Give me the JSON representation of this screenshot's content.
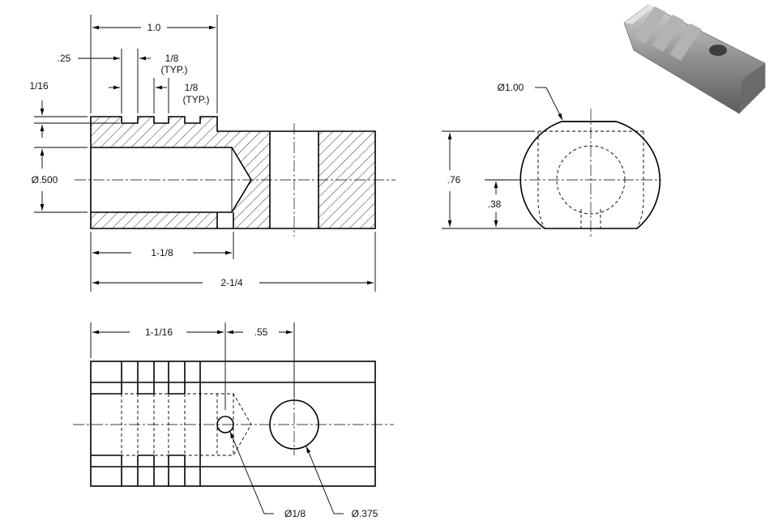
{
  "dimensions": {
    "overall_top": "1.0",
    "groove_offset": ".25",
    "groove_width": "1/8",
    "groove_width_typ": "(TYP.)",
    "groove_spacing": "1/8",
    "groove_spacing_typ": "(TYP.)",
    "groove_depth": "1/16",
    "bore_diameter": "Ø.500",
    "bore_depth": "1-1/8",
    "overall_length": "2-1/4",
    "side_diameter": "Ø1.00",
    "side_height": ".76",
    "side_half": ".38",
    "top_hole_location": "1-1/16",
    "top_hole_spacing": ".55",
    "small_hole": "Ø1/8",
    "large_hole": "Ø.375"
  },
  "colors": {
    "line": "#000000",
    "iso_light": "#c8c8c8",
    "iso_mid": "#8a8a8a",
    "iso_dark": "#555555"
  }
}
